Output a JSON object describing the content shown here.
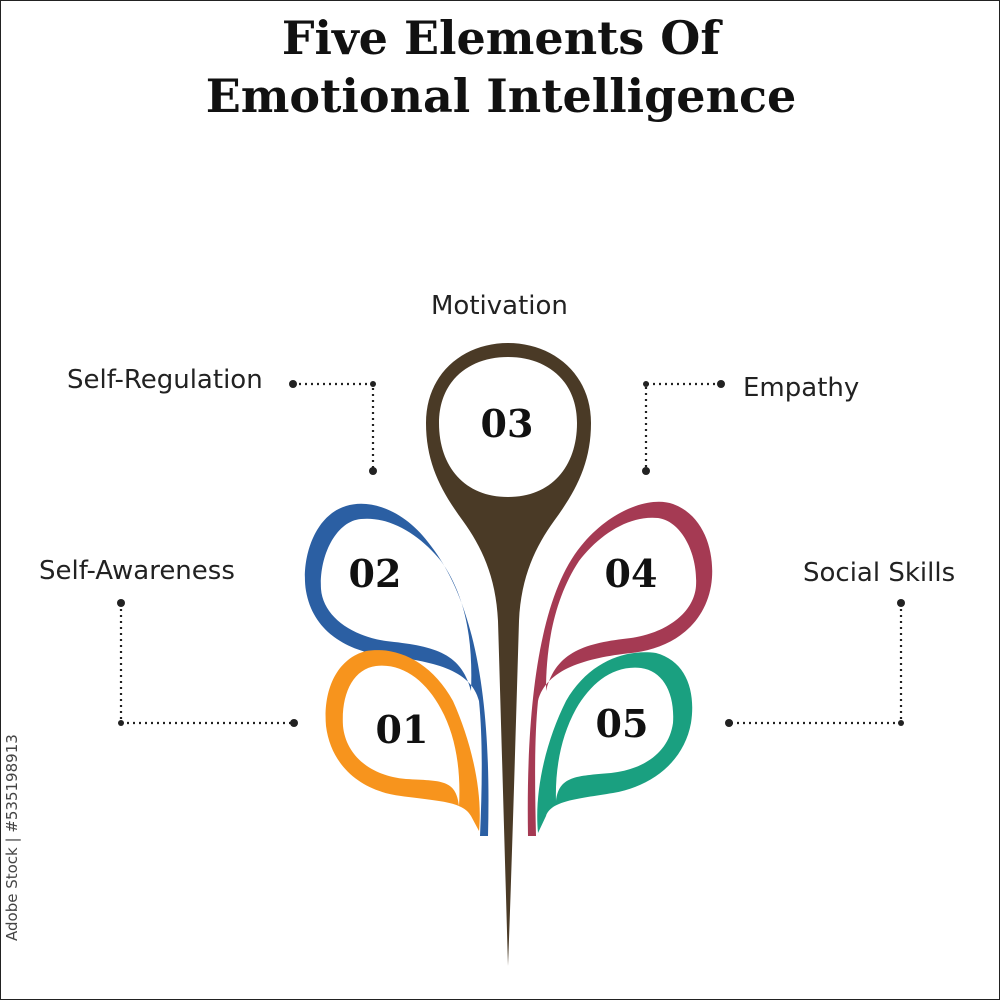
{
  "title_line1": "Five Elements Of",
  "title_line2": "Emotional Intelligence",
  "elements": [
    {
      "number": "01",
      "label": "Self-Awareness",
      "color": "#F7941D"
    },
    {
      "number": "02",
      "label": "Self-Regulation",
      "color": "#2B5FA3"
    },
    {
      "number": "03",
      "label": "Motivation",
      "color": "#4A3A26"
    },
    {
      "number": "04",
      "label": "Empathy",
      "color": "#A53A53"
    },
    {
      "number": "05",
      "label": "Social Skills",
      "color": "#1AA080"
    }
  ],
  "watermark": "Adobe Stock | #535198913"
}
